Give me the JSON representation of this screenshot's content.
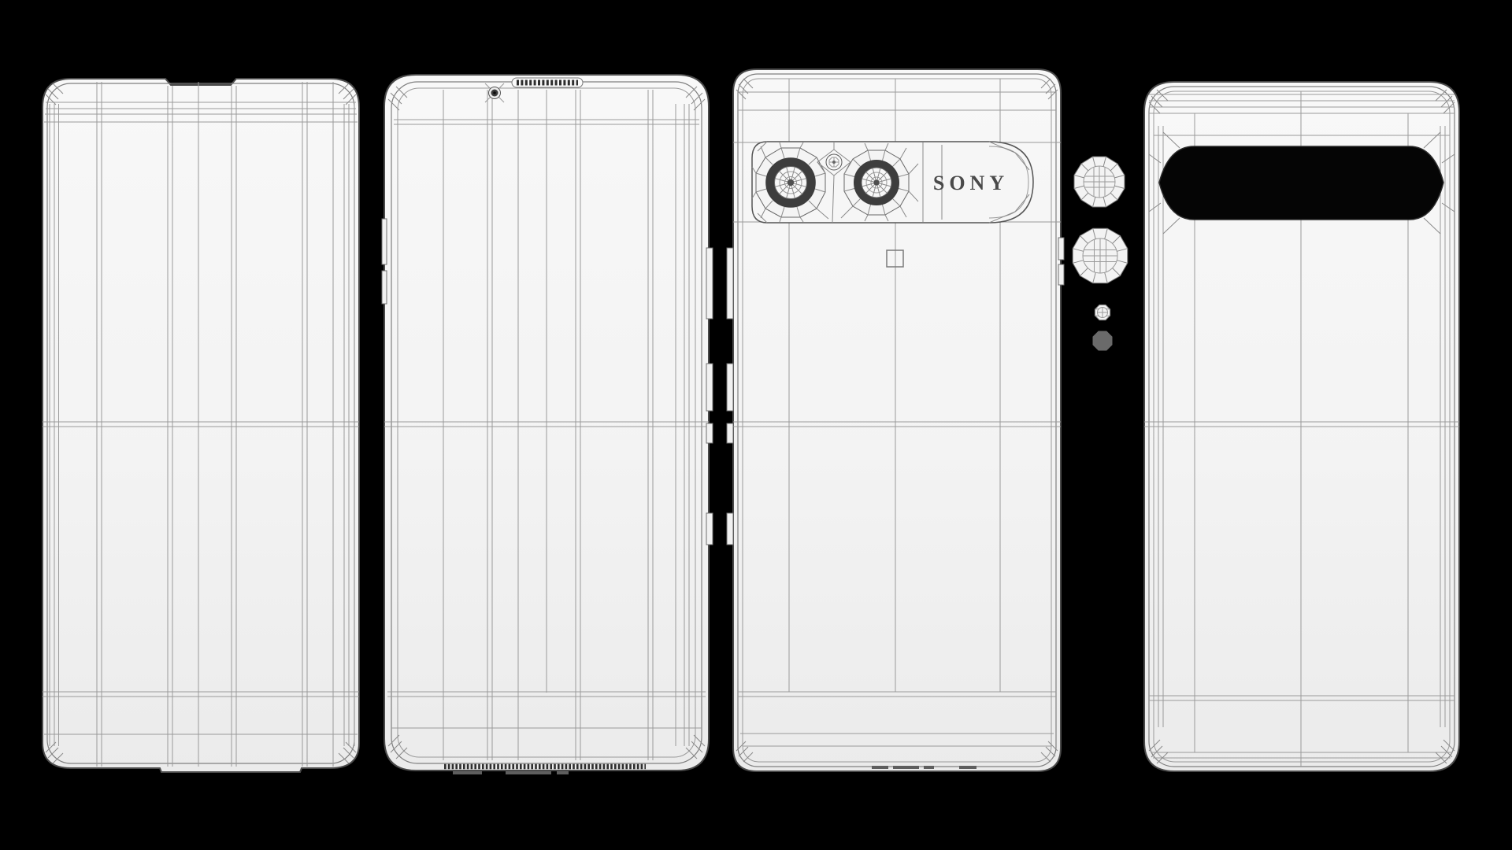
{
  "scene": {
    "background_color": "#000000",
    "objects": [
      {
        "name": "smartphone-front-glass-wireframe",
        "position": "far-left"
      },
      {
        "name": "smartphone-front-wireframe",
        "position": "center-left"
      },
      {
        "name": "smartphone-back-wireframe-sony",
        "position": "center-right"
      },
      {
        "name": "camera-lens-parts-column",
        "position": "between-right-phones"
      },
      {
        "name": "smartphone-back-wireframe-camera-visor",
        "position": "far-right"
      }
    ]
  },
  "logo": {
    "text": "SONY"
  },
  "colors": {
    "background": "#000000",
    "body_fill_top": "#f8f8f8",
    "body_fill_bottom": "#ececec",
    "wireframe_line": "#9a9a9a",
    "silhouette_line": "#4a4a4a",
    "lens_ring": "#3d3d3d",
    "visor_fill": "#050505",
    "camera_dot_fill": "#6a6a6a",
    "logo_text": "#4a4a4a"
  }
}
